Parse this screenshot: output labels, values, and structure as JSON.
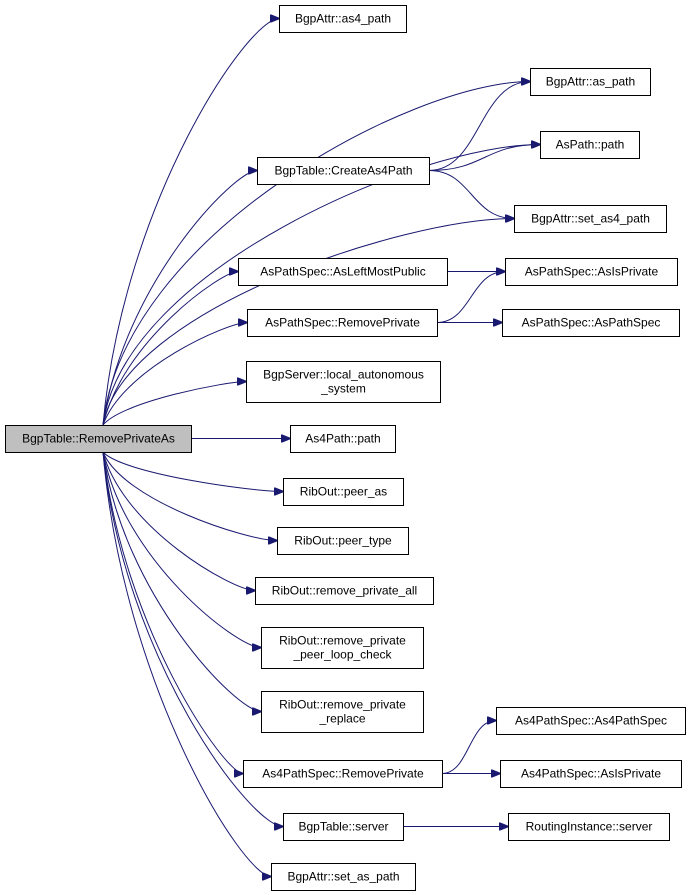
{
  "graph": {
    "kind": "call-graph",
    "edge_color": "#191970",
    "root_fill": "#bfbfbf",
    "nodes": [
      {
        "id": "n0",
        "lines": [
          "BgpTable::RemovePrivateAs"
        ]
      },
      {
        "id": "n1",
        "lines": [
          "BgpAttr::as4_path"
        ]
      },
      {
        "id": "n2",
        "lines": [
          "BgpAttr::as_path"
        ]
      },
      {
        "id": "n3",
        "lines": [
          "AsPath::path"
        ]
      },
      {
        "id": "n4",
        "lines": [
          "BgpTable::CreateAs4Path"
        ]
      },
      {
        "id": "n5",
        "lines": [
          "BgpAttr::set_as4_path"
        ]
      },
      {
        "id": "n6",
        "lines": [
          "AsPathSpec::AsLeftMostPublic"
        ]
      },
      {
        "id": "n7",
        "lines": [
          "AsPathSpec::AsIsPrivate"
        ]
      },
      {
        "id": "n8",
        "lines": [
          "AsPathSpec::RemovePrivate"
        ]
      },
      {
        "id": "n9",
        "lines": [
          "AsPathSpec::AsPathSpec"
        ]
      },
      {
        "id": "n10",
        "lines": [
          "BgpServer::local_autonomous",
          "_system"
        ]
      },
      {
        "id": "n11",
        "lines": [
          "As4Path::path"
        ]
      },
      {
        "id": "n12",
        "lines": [
          "RibOut::peer_as"
        ]
      },
      {
        "id": "n13",
        "lines": [
          "RibOut::peer_type"
        ]
      },
      {
        "id": "n14",
        "lines": [
          "RibOut::remove_private_all"
        ]
      },
      {
        "id": "n15",
        "lines": [
          "RibOut::remove_private",
          "_peer_loop_check"
        ]
      },
      {
        "id": "n16",
        "lines": [
          "RibOut::remove_private",
          "_replace"
        ]
      },
      {
        "id": "n17",
        "lines": [
          "As4PathSpec::RemovePrivate"
        ]
      },
      {
        "id": "n18",
        "lines": [
          "As4PathSpec::As4PathSpec"
        ]
      },
      {
        "id": "n19",
        "lines": [
          "As4PathSpec::AsIsPrivate"
        ]
      },
      {
        "id": "n20",
        "lines": [
          "BgpTable::server"
        ]
      },
      {
        "id": "n21",
        "lines": [
          "RoutingInstance::server"
        ]
      },
      {
        "id": "n22",
        "lines": [
          "BgpAttr::set_as_path"
        ]
      }
    ],
    "edges": [
      [
        "n0",
        "n1"
      ],
      [
        "n0",
        "n2"
      ],
      [
        "n0",
        "n3"
      ],
      [
        "n0",
        "n4"
      ],
      [
        "n0",
        "n5"
      ],
      [
        "n0",
        "n6"
      ],
      [
        "n0",
        "n8"
      ],
      [
        "n0",
        "n10"
      ],
      [
        "n0",
        "n11"
      ],
      [
        "n0",
        "n12"
      ],
      [
        "n0",
        "n13"
      ],
      [
        "n0",
        "n14"
      ],
      [
        "n0",
        "n15"
      ],
      [
        "n0",
        "n16"
      ],
      [
        "n0",
        "n17"
      ],
      [
        "n0",
        "n20"
      ],
      [
        "n0",
        "n22"
      ],
      [
        "n4",
        "n2"
      ],
      [
        "n4",
        "n3"
      ],
      [
        "n4",
        "n5"
      ],
      [
        "n6",
        "n7"
      ],
      [
        "n8",
        "n7"
      ],
      [
        "n8",
        "n9"
      ],
      [
        "n17",
        "n18"
      ],
      [
        "n17",
        "n19"
      ],
      [
        "n20",
        "n21"
      ]
    ]
  }
}
